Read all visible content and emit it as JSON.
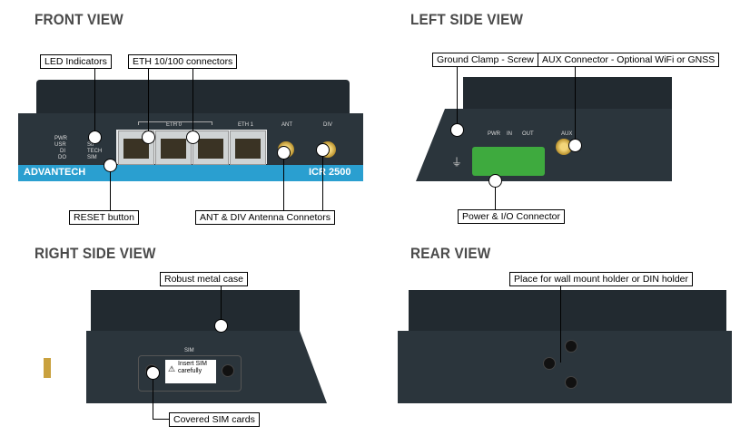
{
  "titles": {
    "front": "FRONT VIEW",
    "left": "LEFT SIDE VIEW",
    "right": "RIGHT SIDE VIEW",
    "rear": "REAR VIEW"
  },
  "callouts": {
    "led": "LED Indicators",
    "eth": "ETH 10/100 connectors",
    "reset": "RESET button",
    "antenna": "ANT & DIV Antenna Connetors",
    "ground": "Ground Clamp - Screw",
    "aux": "AUX Connector - Optional WiFi or GNSS",
    "power": "Power & I/O Connector",
    "case": "Robust metal case",
    "sim": "Covered SIM cards",
    "mount": "Place for wall mount holder or DIN holder"
  },
  "front": {
    "leds_left": [
      "PWR",
      "USR",
      "DI",
      "DO"
    ],
    "leds_right": [
      "Str",
      "TECH",
      "SIM"
    ],
    "eth0": "ETH 0",
    "eth1": "ETH 1",
    "ant": "ANT",
    "div": "DIV",
    "brand": "ADVANTECH",
    "model": "ICR 2500"
  },
  "left": {
    "pwr": "PWR",
    "in": "IN",
    "out": "OUT",
    "aux": "AUX"
  },
  "right": {
    "sim": "SIM",
    "sim_label": "Insert SIM carefully"
  }
}
